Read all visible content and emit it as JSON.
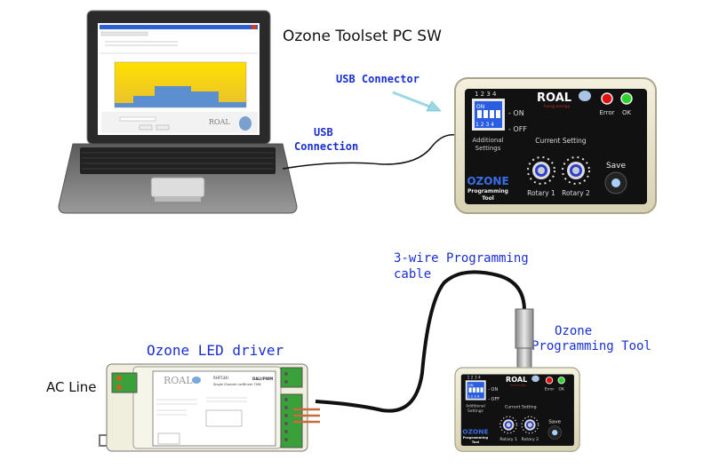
{
  "labels": {
    "pc_software": "Ozone Toolset PC SW",
    "usb_connector": "USB Connector",
    "usb_connection_line1": "USB",
    "usb_connection_line2": "Connection",
    "cable_line1": "3-wire Programming",
    "cable_line2": "cable",
    "tool_line1": "Ozone",
    "tool_line2": "Programming Tool",
    "led_driver": "Ozone LED driver",
    "ac_line": "AC Line"
  },
  "device": {
    "brand": "ROAL",
    "brand_tagline": "living energy",
    "dip_numbers": "1 2 3 4",
    "dip_on": "ON",
    "dip_bottom": "1 2 3 4",
    "on_label": "- ON",
    "off_label": "- OFF",
    "additional_line1": "Additional",
    "additional_line2": "Settings",
    "error_label": "Error",
    "ok_label": "OK",
    "current_setting": "Current Setting",
    "rotary1": "Rotary 1",
    "rotary2": "Rotary 2",
    "save": "Save",
    "product_name": "OZONE",
    "product_line1": "Programming",
    "product_line2": "Tool"
  },
  "driver": {
    "brand": "ROAL",
    "model": "RHF534I",
    "type": "Single Channel LedDriver 70W",
    "protocol": "DALI/PWM"
  },
  "colors": {
    "label_blue": "#1a2fd0",
    "device_body": "#e8e3cc",
    "device_face": "#111111",
    "dip_blue": "#2a5de0",
    "error_led": "#e01010",
    "ok_led": "#2bd52b",
    "ozone_blue": "#3a6ee8",
    "chart_yellow": "#f5d400",
    "chart_blue": "#5b8fd0"
  }
}
